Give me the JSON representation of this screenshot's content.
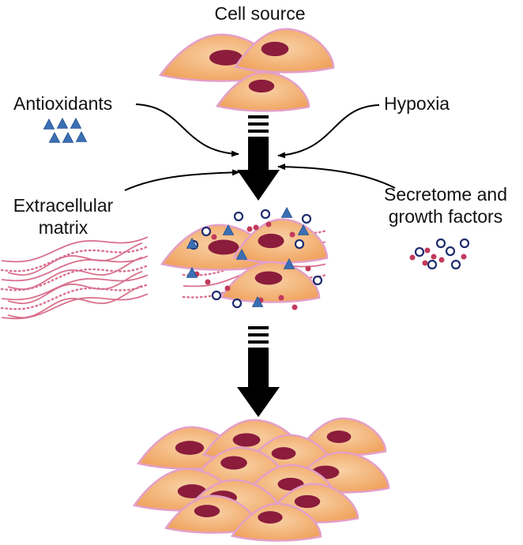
{
  "labels": {
    "cell_source": "Cell source",
    "antioxidants": "Antioxidants",
    "hypoxia": "Hypoxia",
    "ecm_line1": "Extracellular",
    "ecm_line2": "matrix",
    "secretome_line1": "Secretome and",
    "secretome_line2": "growth factors"
  },
  "colors": {
    "cell_fill_outer": "#f0a35e",
    "cell_fill_inner": "#f8d1a6",
    "cell_outline": "#e3a0c8",
    "nucleus": "#8b1c3c",
    "antioxidant": "#3b6fb3",
    "secretome_ring": "#1f2d6e",
    "secretome_dot": "#c23a5c",
    "ecm_fiber": "#d9708e",
    "arrow": "#000000"
  },
  "icons": {
    "antioxidant": "blue-triangle",
    "secretome": "ring-and-dot",
    "fiber": "wavy-fiber",
    "arrow": "down-arrow"
  }
}
